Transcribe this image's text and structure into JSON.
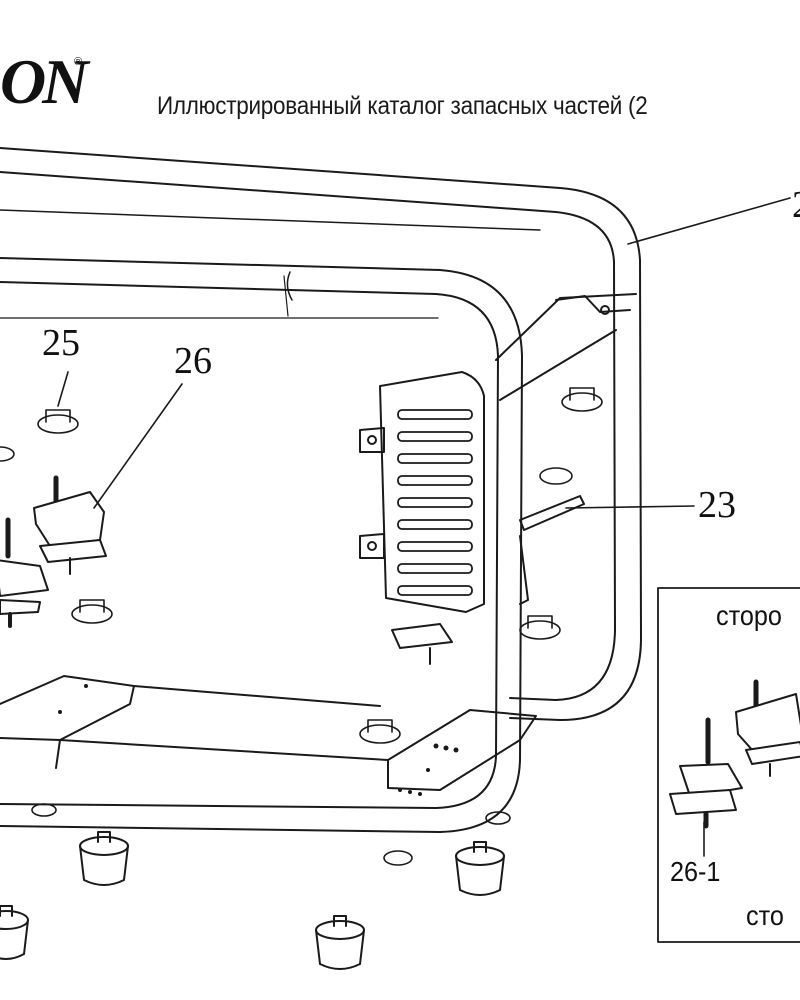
{
  "header": {
    "logo_text": "ON",
    "registered_mark": "®",
    "title": "Иллюстрированный каталог запасных частей (2"
  },
  "diagram": {
    "callouts": {
      "c25": "25",
      "c26": "26",
      "c23": "23",
      "c2": "2"
    },
    "inset": {
      "top_label": "сторо",
      "bottom_label": "сто",
      "part_label": "26-1"
    }
  },
  "colors": {
    "ink": "#1a1a1a",
    "background": "#ffffff"
  }
}
